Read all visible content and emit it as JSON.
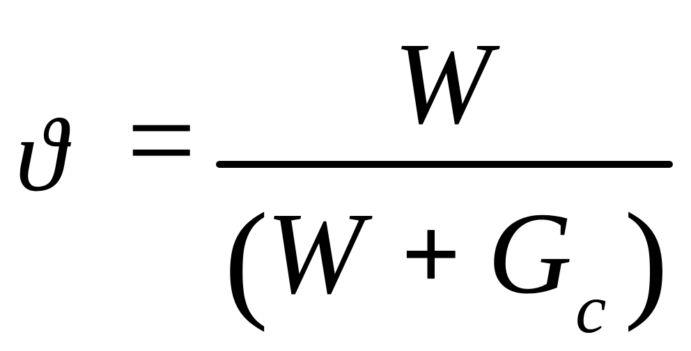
{
  "equation": {
    "lhs": "ϑ",
    "equals": "=",
    "numerator": "W",
    "denominator": {
      "open_paren": "(",
      "term1": "W",
      "operator": "+",
      "term2": "G",
      "term2_subscript": "c",
      "close_paren": ")"
    }
  }
}
